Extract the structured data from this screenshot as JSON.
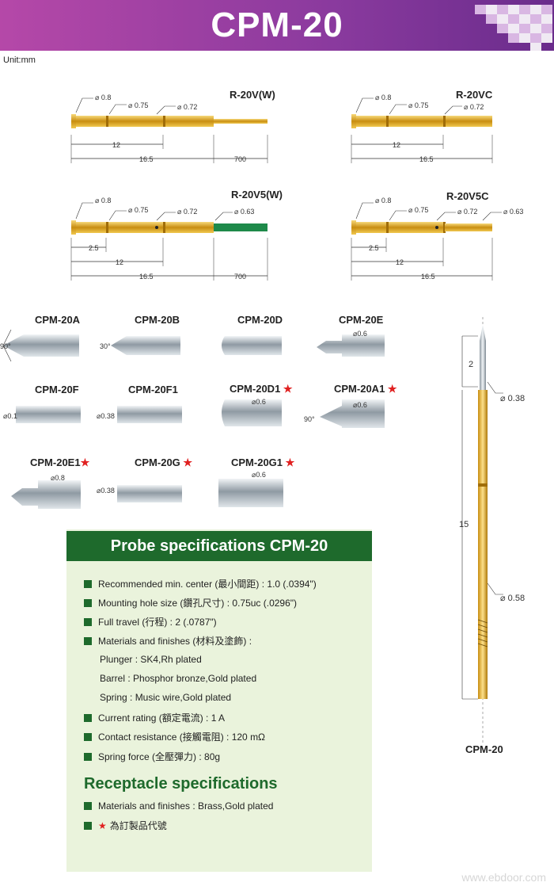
{
  "header": {
    "title": "CPM-20"
  },
  "unit": "Unit:mm",
  "top_drawings": [
    {
      "label": "R-20V(W)",
      "diameters": [
        "⌀ 0.8",
        "⌀ 0.75",
        "⌀ 0.72"
      ],
      "dims": [
        "12",
        "16.5",
        "700"
      ]
    },
    {
      "label": "R-20VC",
      "diameters": [
        "⌀ 0.8",
        "⌀ 0.75",
        "⌀ 0.72"
      ],
      "dims": [
        "12",
        "16.5"
      ]
    },
    {
      "label": "R-20V5(W)",
      "diameters": [
        "⌀ 0.8",
        "⌀ 0.75",
        "⌀ 0.72",
        "⌀ 0.63"
      ],
      "dims": [
        "2.5",
        "12",
        "16.5",
        "700"
      ]
    },
    {
      "label": "R-20V5C",
      "diameters": [
        "⌀ 0.8",
        "⌀ 0.75",
        "⌀ 0.72",
        "⌀ 0.63"
      ],
      "dims": [
        "2.5",
        "12",
        "16.5"
      ]
    }
  ],
  "tips": [
    {
      "label": "CPM-20A",
      "note": "90°",
      "star": false
    },
    {
      "label": "CPM-20B",
      "note": "30°",
      "star": false
    },
    {
      "label": "CPM-20D",
      "note": "",
      "star": false
    },
    {
      "label": "CPM-20E",
      "note": "⌀0.6",
      "star": false
    },
    {
      "label": "CPM-20F",
      "note": "⌀0.1",
      "star": false
    },
    {
      "label": "CPM-20F1",
      "note": "⌀0.38",
      "star": false
    },
    {
      "label": "CPM-20D1",
      "note": "⌀0.6",
      "star": true
    },
    {
      "label": "CPM-20A1",
      "note": "⌀0.6",
      "note2": "90°",
      "star": true
    },
    {
      "label": "CPM-20E1",
      "note": "⌀0.8",
      "star": true
    },
    {
      "label": "CPM-20G",
      "note": "⌀0.38",
      "star": true
    },
    {
      "label": "CPM-20G1",
      "note": "⌀0.6",
      "star": true
    }
  ],
  "side_probe": {
    "label": "CPM-20",
    "dim_top": "2",
    "dim_len": "15",
    "d1": "⌀ 0.38",
    "d2": "⌀ 0.58"
  },
  "probe_specs": {
    "heading": "Probe specifications CPM-20",
    "items": [
      "Recommended min. center (最小間距) : 1.0 (.0394\")",
      "Mounting hole size (鑽孔尺寸) : 0.75uc (.0296\")",
      "Full travel (行程) : 2 (.0787\")",
      "Materials and finishes (材料及塗飾) :"
    ],
    "subitems": [
      "Plunger : SK4,Rh plated",
      "Barrel : Phosphor bronze,Gold plated",
      "Spring : Music wire,Gold plated"
    ],
    "items2": [
      "Current rating (額定電流) : 1 A",
      "Contact resistance (接觸電阻) : 120 mΩ",
      "Spring force (全壓彈力) : 80g"
    ]
  },
  "receptacle_specs": {
    "heading": "Receptacle specifications",
    "items": [
      "Materials and finishes : Brass,Gold plated"
    ],
    "star_note": "為訂製品代號"
  },
  "watermark": "www.ebdoor.com",
  "colors": {
    "header": "#8a3a9e",
    "spec_green": "#1e6a2c",
    "spec_bg": "#eaf3dc",
    "gold": "#d4a020",
    "star": "#e02020"
  }
}
